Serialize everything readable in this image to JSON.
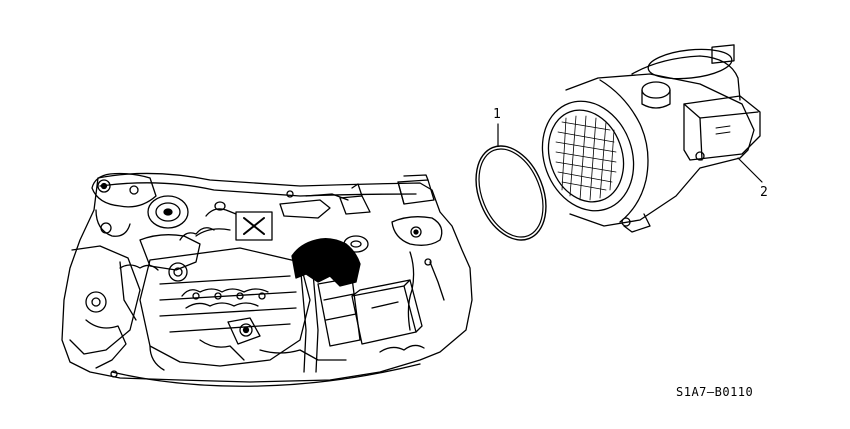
{
  "diagram": {
    "callouts": [
      {
        "id": "part-1",
        "label": "1"
      },
      {
        "id": "part-2",
        "label": "2"
      }
    ],
    "reference_code": "S1A7—B0110",
    "colors": {
      "line": "#000000",
      "background": "#ffffff"
    }
  }
}
